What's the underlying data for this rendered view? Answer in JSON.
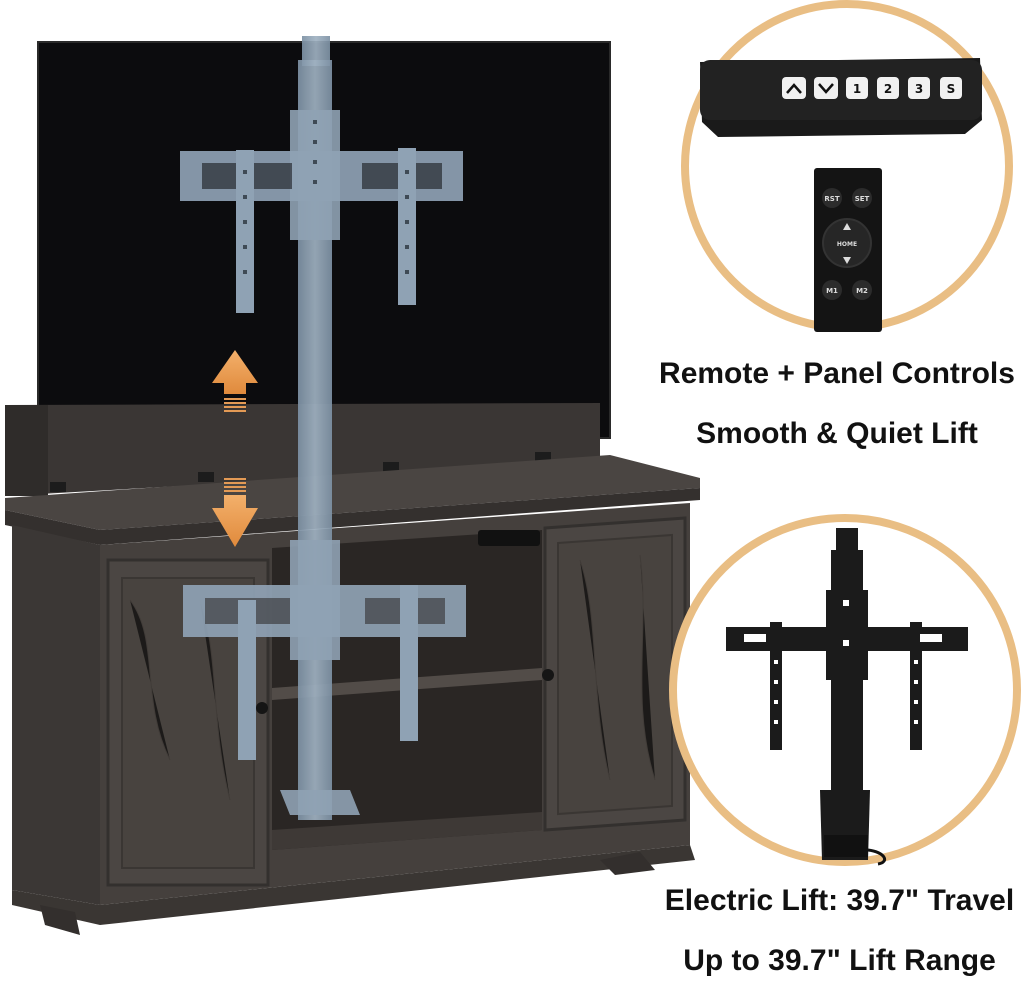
{
  "features": {
    "controls": "Remote + Panel Controls",
    "smooth": "Smooth & Quiet Lift",
    "travel": "Electric Lift: 39.7\" Travel",
    "range": "Up to 39.7\" Lift Range"
  },
  "panel_keys": [
    "^",
    "v",
    "1",
    "2",
    "3",
    "S"
  ],
  "remote": {
    "rst": "RST",
    "set": "SET",
    "home": "HOME",
    "m1": "M1",
    "m2": "M2"
  },
  "colors": {
    "circle_ring": "#E9BE84",
    "arrow_orange": "#E9A15C",
    "tv_screen": "#0c0c0e",
    "cabinet": "#3f3b39",
    "lift_overlay": "#8fa2b4"
  },
  "icons": {
    "lift_up": "arrow-up-icon",
    "lift_down": "arrow-down-icon"
  }
}
